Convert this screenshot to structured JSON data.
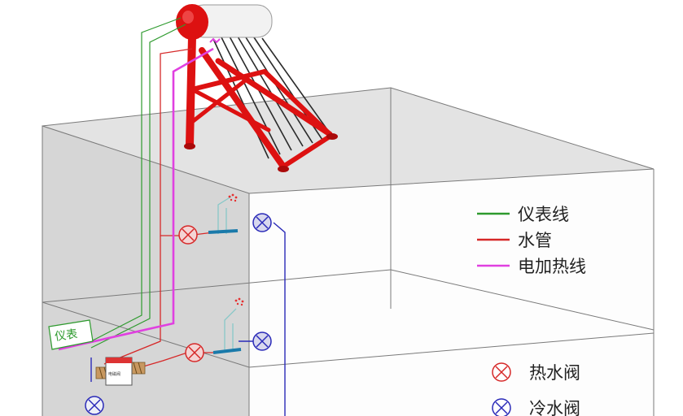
{
  "legend": {
    "lines": [
      {
        "label": "仪表线",
        "color": "#2e9a2e"
      },
      {
        "label": "水管",
        "color": "#d62828"
      },
      {
        "label": "电加热线",
        "color": "#e040e0"
      }
    ],
    "valves": [
      {
        "label": "热水阀",
        "color": "#d62828"
      },
      {
        "label": "冷水阀",
        "color": "#2a2ab8"
      }
    ]
  },
  "meter_box": {
    "label": "仪表"
  },
  "heater_box": {
    "label": "电磁阀"
  },
  "colors": {
    "wall": "#dddddd",
    "heater": "#dd1111",
    "instrument_line": "#2e9a2e",
    "water_pipe": "#d62828",
    "electric_line": "#e040e0",
    "cold_pipe": "#2a2ab8",
    "shower_pipe": "#88c8c8"
  }
}
